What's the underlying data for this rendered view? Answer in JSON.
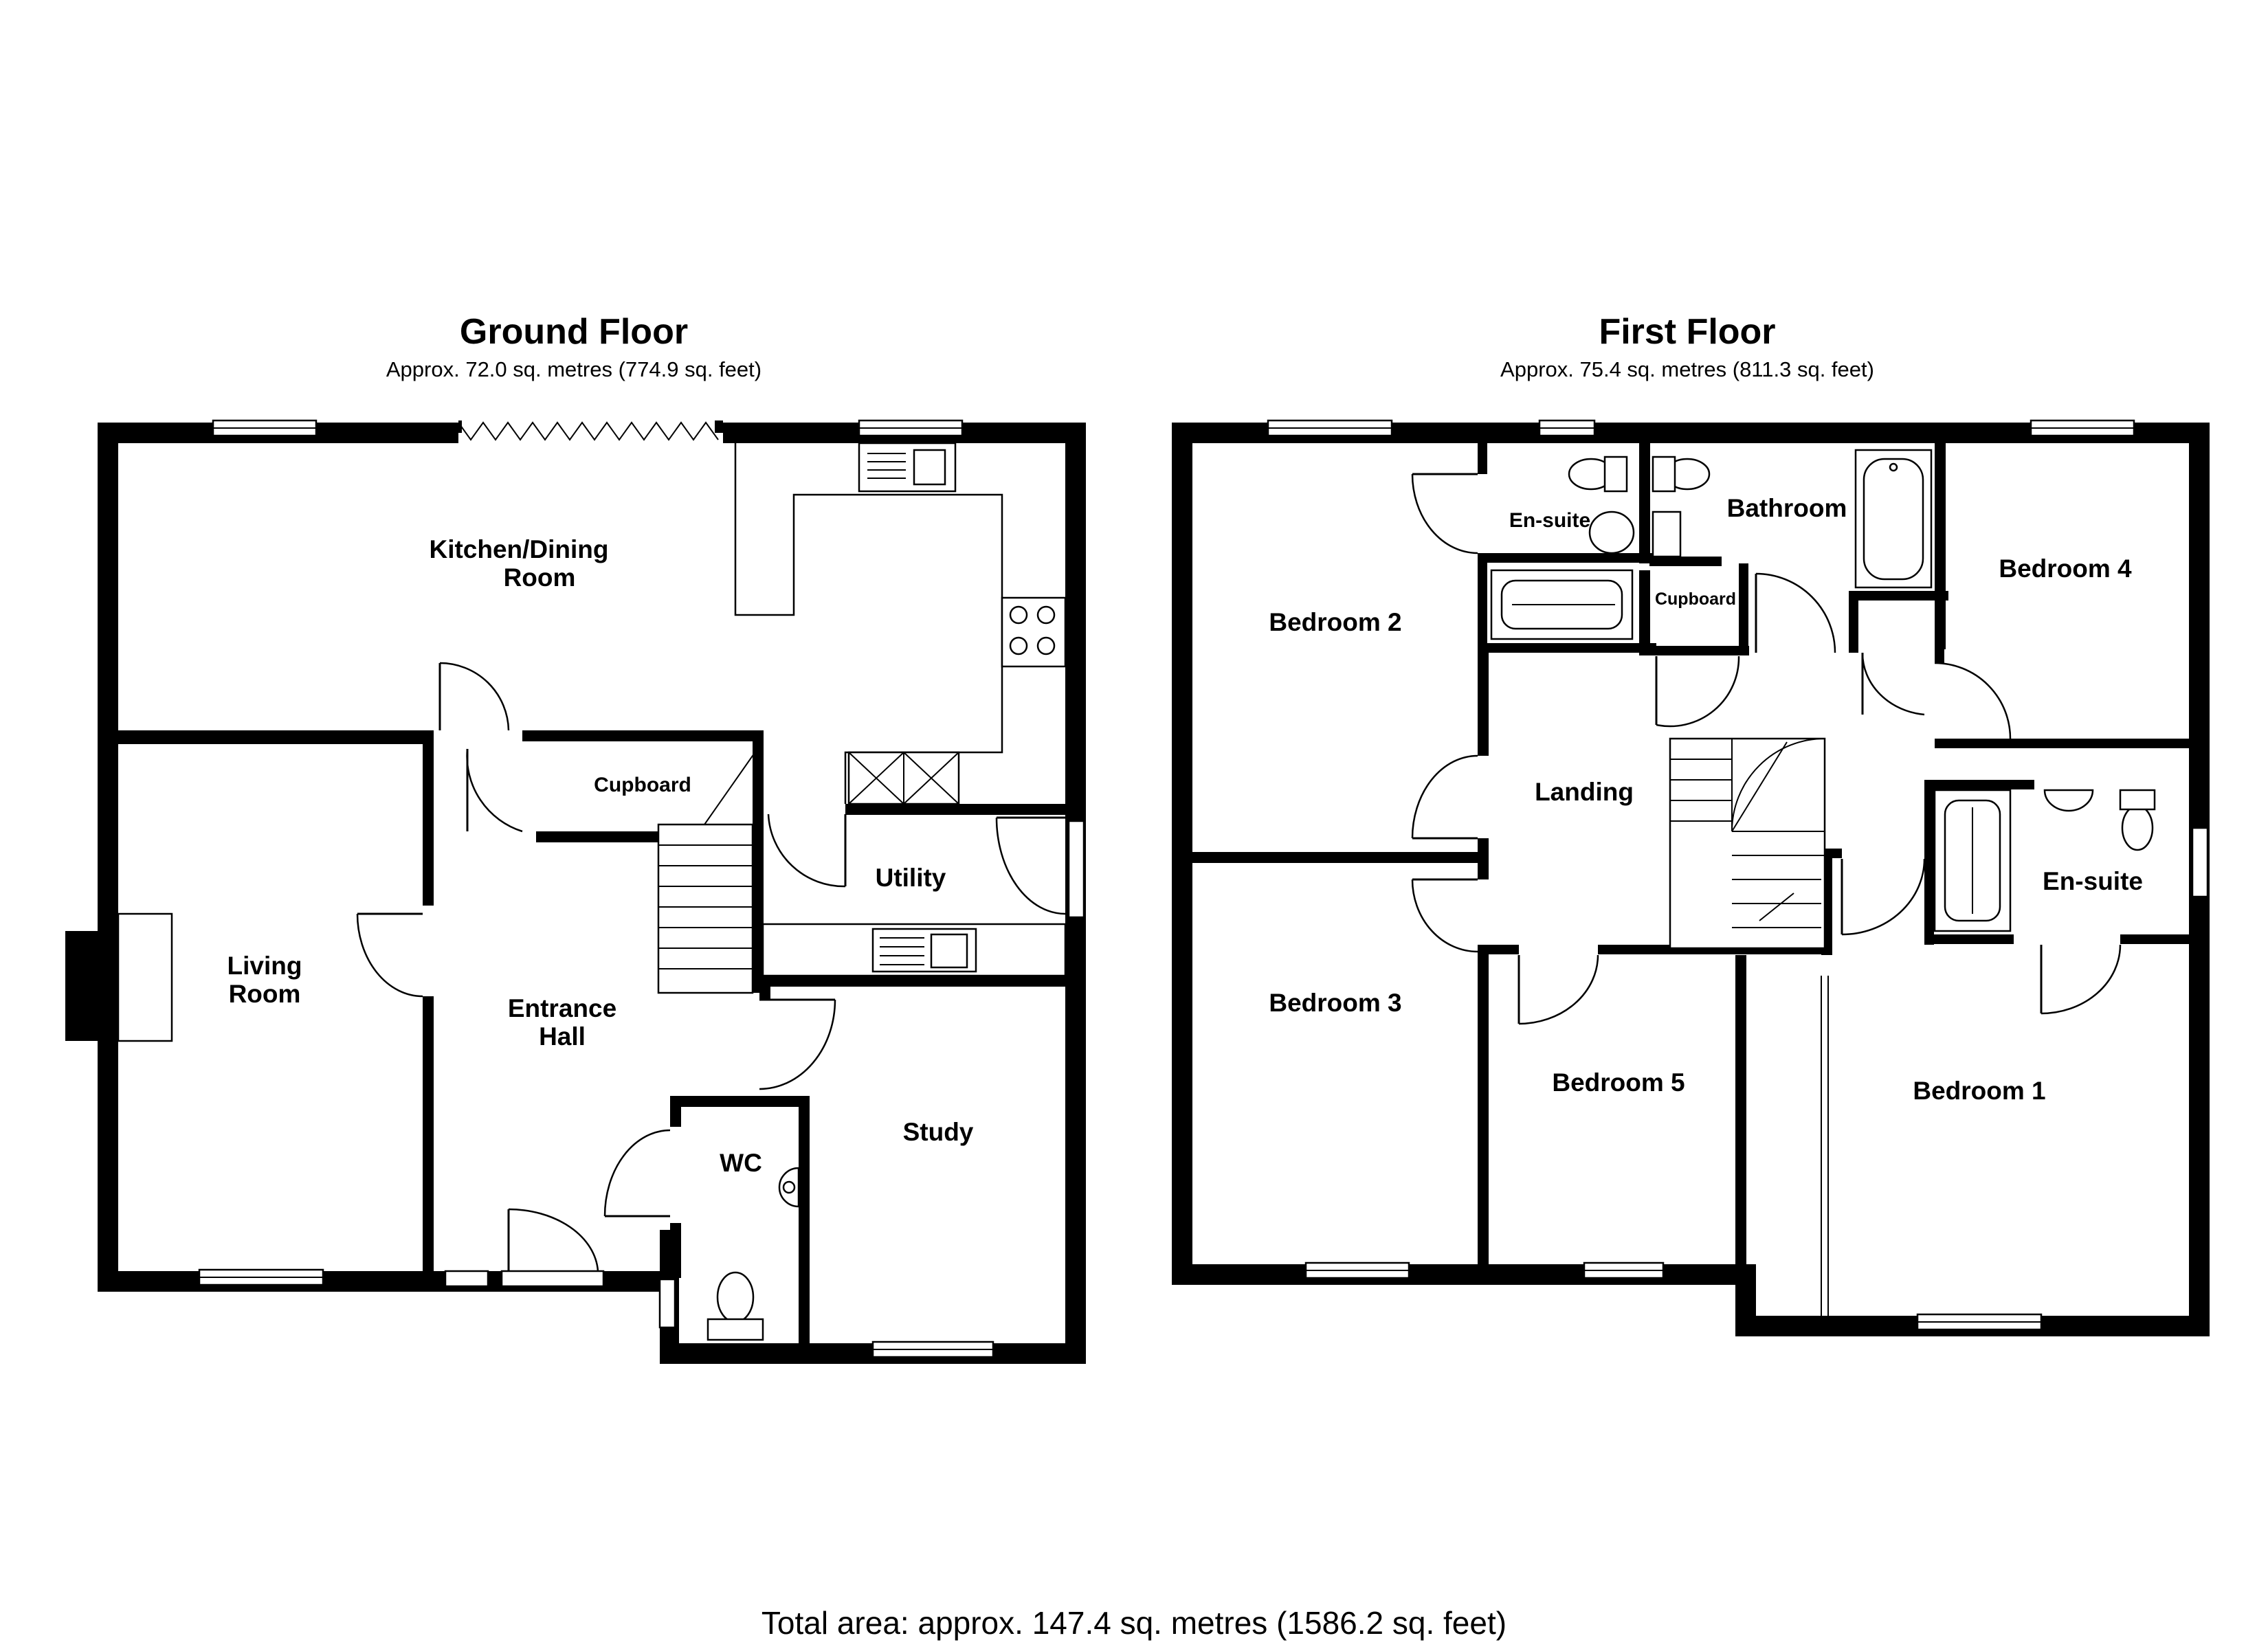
{
  "floors": [
    {
      "title": "Ground Floor",
      "area": "Approx. 72.0 sq. metres (774.9 sq. feet)",
      "rooms": {
        "kitchen": [
          "Kitchen/Dining",
          "Room"
        ],
        "cupboard": "Cupboard",
        "utility": "Utility",
        "living": [
          "Living",
          "Room"
        ],
        "hall": [
          "Entrance",
          "Hall"
        ],
        "wc": "WC",
        "study": "Study"
      }
    },
    {
      "title": "First Floor",
      "area": "Approx. 75.4 sq. metres (811.3 sq. feet)",
      "rooms": {
        "ensuite_a": "En-suite",
        "bathroom": "Bathroom",
        "cupboard": "Cupboard",
        "bedroom2": "Bedroom 2",
        "bedroom4": "Bedroom 4",
        "landing": "Landing",
        "ensuite_b": "En-suite",
        "bedroom3": "Bedroom 3",
        "bedroom5": "Bedroom 5",
        "bedroom1": "Bedroom 1"
      }
    }
  ],
  "total_area": "Total area: approx. 147.4 sq. metres (1586.2 sq. feet)"
}
